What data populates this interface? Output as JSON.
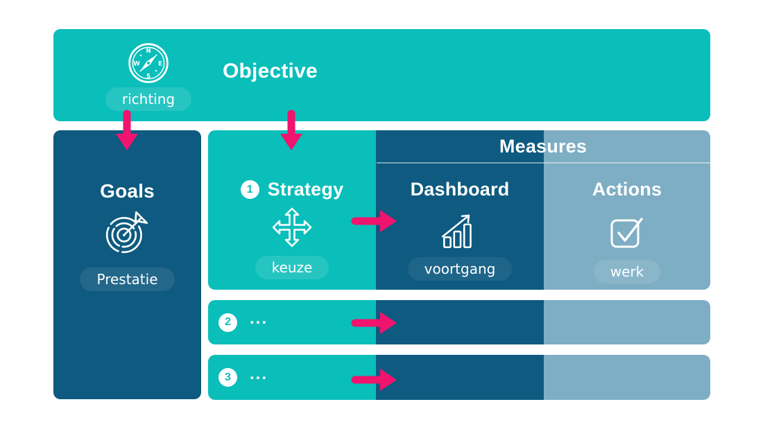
{
  "colors": {
    "teal": "#0ABEBA",
    "dark_blue": "#0E5A80",
    "light_blue": "#7EAEC4",
    "pink": "#F0146E",
    "white": "#FFFFFF"
  },
  "objective": {
    "title": "Objective",
    "icon": "compass-icon",
    "tag": "richting"
  },
  "goals": {
    "title": "Goals",
    "icon": "target-dart-icon",
    "tag": "Prestatie"
  },
  "strategy": {
    "number": "1",
    "title": "Strategy",
    "icon": "move-arrows-icon",
    "tag": "keuze"
  },
  "measures": {
    "title": "Measures"
  },
  "dashboard": {
    "title": "Dashboard",
    "icon": "bar-chart-trend-icon",
    "tag": "voortgang"
  },
  "actions": {
    "title": "Actions",
    "icon": "checkbox-check-icon",
    "tag": "werk"
  },
  "rows": [
    {
      "number": "2",
      "label": "..."
    },
    {
      "number": "3",
      "label": "..."
    }
  ]
}
